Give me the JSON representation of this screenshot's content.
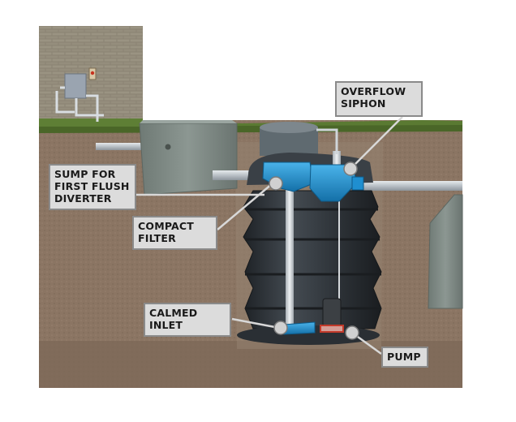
{
  "labels": {
    "overflow_siphon": "OVERFLOW\nSIPHON",
    "sump": "SUMP FOR\nFIRST FLUSH\nDIVERTER",
    "compact_filter": "COMPACT\nFILTER",
    "calmed_inlet": "CALMED\nINLET",
    "pump": "PUMP"
  },
  "colors": {
    "soil": "#8b7563",
    "grass": "#5a7a32",
    "tank": "#2e3338",
    "fitting": "#1f8fd0",
    "concrete": "#7f8b86",
    "pipe": "#c9cfd4",
    "label_bg": "#dcdcdc",
    "label_border": "#8a8a8a"
  },
  "icons": [
    "control-box-icon",
    "warning-light-icon"
  ]
}
